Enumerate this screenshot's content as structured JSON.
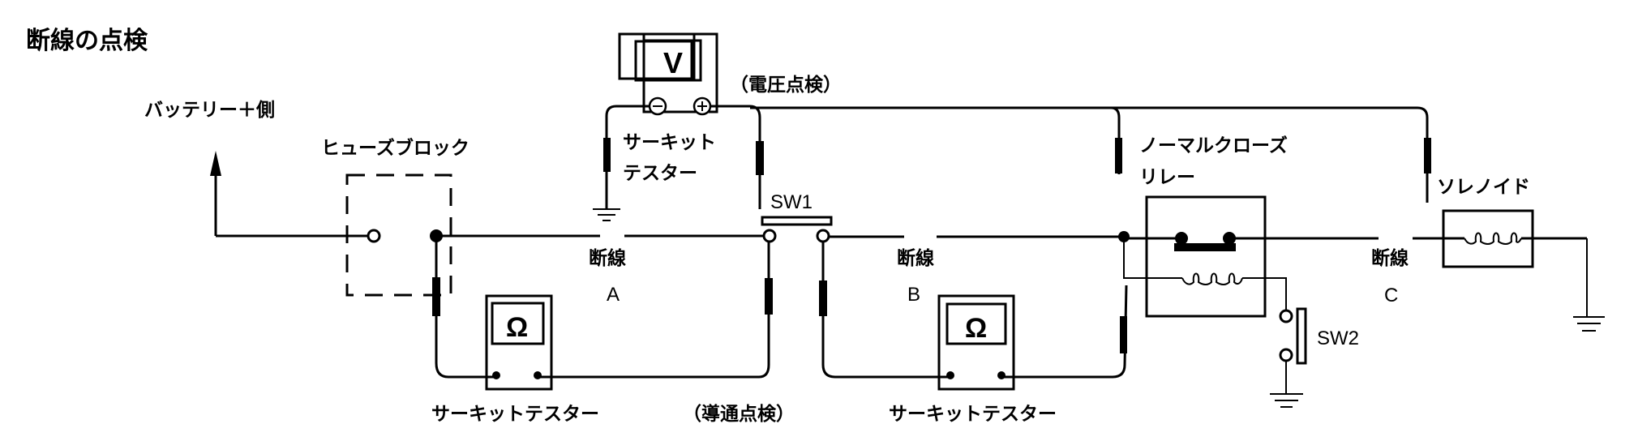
{
  "title": "断線の点検",
  "labels": {
    "battery_plus": "バッテリー＋側",
    "fuse_block": "ヒューズブロック",
    "voltage_check": "（電圧点検）",
    "tester_v_line1": "サーキット",
    "tester_v_line2": "テスター",
    "sw1": "SW1",
    "sw2": "SW2",
    "relay_line1": "ノーマルクローズ",
    "relay_line2": "リレー",
    "solenoid": "ソレノイド",
    "break_word": "断線",
    "break_a": "A",
    "break_b": "B",
    "break_c": "C",
    "tester_ohm_1": "サーキットテスター",
    "tester_ohm_2": "サーキットテスター",
    "continuity_check": "（導通点検）"
  },
  "meters": {
    "voltmeter_symbol": "V",
    "ohmmeter_symbol": "Ω",
    "minus_symbol": "⊖",
    "plus_symbol": "⊕"
  }
}
